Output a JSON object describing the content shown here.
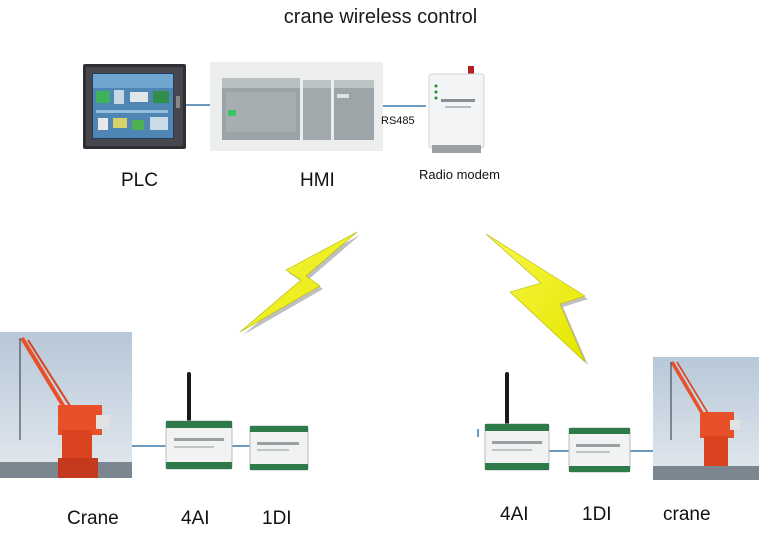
{
  "title": "crane wireless control",
  "labels": {
    "plc": "PLC",
    "hmi": "HMI",
    "modem": "Radio modem",
    "rs485": "RS485",
    "left_crane": "Crane",
    "left_4ai": "4AI",
    "left_1di": "1DI",
    "right_4ai": "4AI",
    "right_1di": "1DI",
    "right_crane": "crane"
  },
  "colors": {
    "link_line": "#3a78a8",
    "lightning_fill": "#f2f21a",
    "lightning_shadow": "#8a8a8a",
    "sky": "#c9d7e4",
    "crane_orange": "#e8502a"
  }
}
